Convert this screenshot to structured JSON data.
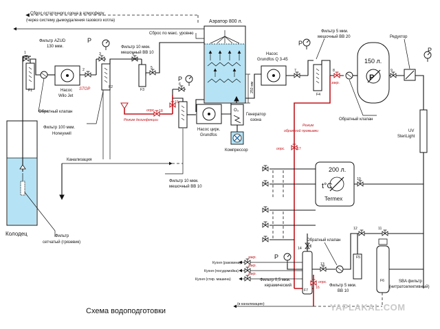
{
  "title": "Схема водоподготовки",
  "watermark": "YAPLAKAL.COM",
  "ozone_exhaust": {
    "line1": "Сброс остаточного озона в атмосферу",
    "line2": "(через систему дымоудаления газового котла)"
  },
  "max_level_dump": "Сброс по макс. уровню",
  "aerator": {
    "label": "Аэратор 800 л.",
    "height_label": "250 мм"
  },
  "well": {
    "label": "Колодец"
  },
  "well_filter": {
    "line1": "Фильтр",
    "line2": "сетчатый (грязевик)"
  },
  "filter_azud": {
    "line1": "Фильтр AZUD",
    "line2": "130 мкм.",
    "tag": "F1"
  },
  "pump_wilo": {
    "line1": "Насос",
    "line2": "Wilo Jet",
    "stop": "STOP"
  },
  "check_valve_1": "Обратный клапан",
  "filter_f2": {
    "line1": "Фильтр 100 мкм.",
    "line2": "Honeywell",
    "tag": "F2"
  },
  "filter_f3": {
    "line1": "Фильтр 10 мкм.",
    "line2": "мешочный ВВ 10",
    "tag": "F3"
  },
  "sewer": "Канализация",
  "filter_10_lower": {
    "line1": "Фильтр 10 мкм.",
    "line2": "мешочный ВВ 10"
  },
  "disinfect": {
    "mode": "Режим дезинфекции",
    "opr": "опрс.",
    "valve": "18",
    "valve2": "15"
  },
  "pump_circ": {
    "line1": "Насос цирк.",
    "line2": "Grundfos"
  },
  "ozone_gen": {
    "sym": "O₃",
    "line1": "Генератор",
    "line2": "озона"
  },
  "compressor": "Компрессор",
  "pump_grundfos": {
    "line1": "Насос",
    "line2": "Grundfos Q 3-45"
  },
  "filter_f4": {
    "line1": "Фильтр 5 мкм.",
    "line2": "мешочный ВВ 20",
    "tag": "F4"
  },
  "reducer": "Редуктор",
  "tank150": "150 л.",
  "zakr": "закр.",
  "check_valve_2": "Обратный клапан",
  "backwash": {
    "line1": "Режим",
    "line2": "обратной промывки",
    "opr": "опрс.",
    "valve": "17"
  },
  "uv": {
    "line1": "UV",
    "line2": "SteriLight"
  },
  "boiler": {
    "volume": "200 л.",
    "sym": "t°C",
    "brand": "Termex"
  },
  "check_valve_3": "Обратный клапан",
  "kitchen": [
    "Кухня (раковина)",
    "Кухня (посудомойка)",
    "Кухня (стир. машина)"
  ],
  "filter_f7": {
    "line1": "Фильтр 0,5 мкм.",
    "line2": "керамический",
    "tag": "F7"
  },
  "filter_f5": {
    "line1": "Фильтр 5 мкм.",
    "line2": "ВВ 10",
    "tag": "F5"
  },
  "filter_f6": {
    "line1": "SBA фильтр",
    "line2": "(нитратселективный)",
    "tag": "F6"
  },
  "to_sewer": "(в канализацию)",
  "p": "P",
  "valves": [
    "1",
    "2",
    "3",
    "4",
    "5",
    "6",
    "7",
    "8",
    "9",
    "10",
    "11",
    "12",
    "13",
    "14",
    "16"
  ]
}
